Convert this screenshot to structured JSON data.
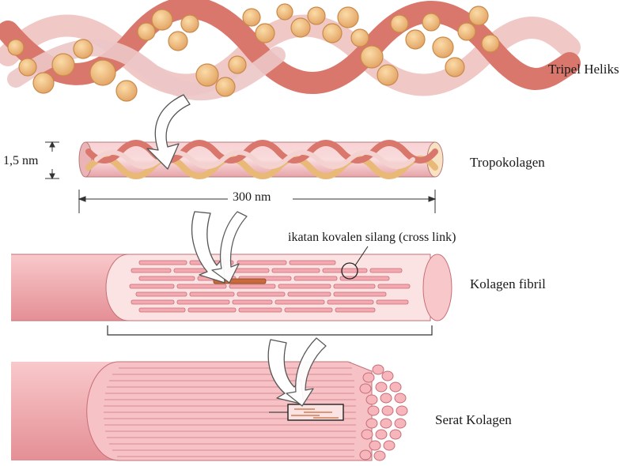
{
  "diagram": {
    "labels": {
      "triple_helix": "Tripel Heliks",
      "tropocollagen": "Tropokolagen",
      "diameter": "1,5 nm",
      "length": "300 nm",
      "cross_link": "ikatan kovalen silang (cross link)",
      "fibril": "Kolagen fibril",
      "fiber": "Serat Kolagen"
    },
    "colors": {
      "strand_red": "#d9776c",
      "strand_pink": "#f0c4c2",
      "bead_orange": "#eebb7c",
      "fibril_pink": "#f4b8bc",
      "fibril_outline": "#c56f76",
      "arrow_fill": "#ffffff",
      "line": "#444444"
    }
  }
}
